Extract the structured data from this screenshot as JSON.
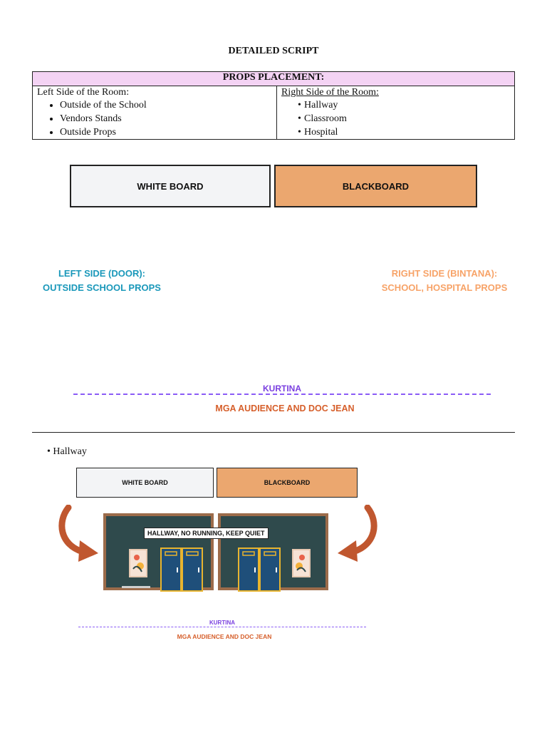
{
  "title": "DETAILED SCRIPT",
  "props_table": {
    "header": "PROPS PLACEMENT:",
    "left_heading": "Left Side of the Room:",
    "left_items": [
      "Outside of the School",
      "Vendors Stands",
      "Outside Props"
    ],
    "right_heading": "Right Side of the Room:",
    "right_items": [
      "Hallway",
      "Classroom",
      "Hospital"
    ]
  },
  "diagram1": {
    "white_board": "WHITE BOARD",
    "blackboard": "BLACKBOARD",
    "left_side": [
      "LEFT SIDE (DOOR):",
      "OUTSIDE SCHOOL PROPS"
    ],
    "right_side": [
      "RIGHT SIDE (BINTANA):",
      "SCHOOL, HOSPITAL PROPS"
    ],
    "kurtina": "KURTINA",
    "audience": "MGA AUDIENCE AND DOC JEAN"
  },
  "section2": {
    "bullet": "Hallway",
    "white_board": "WHITE BOARD",
    "blackboard": "BLACKBOARD",
    "sign": "HALLWAY, NO RUNNING, KEEP QUIET",
    "kurtina": "KURTINA",
    "audience": "MGA AUDIENCE AND DOC JEAN"
  },
  "colors": {
    "header_bg": "#f4d3f4",
    "white_board": "#f3f4f6",
    "blackboard": "#eba76f",
    "left_note": "#1a98ba",
    "right_note": "#f7a368",
    "kurtina": "#7a3fe0",
    "audience": "#d65f2b",
    "arrow": "#c0572f",
    "panel": "#2f4a4c",
    "locker": "#1f4f7a"
  }
}
